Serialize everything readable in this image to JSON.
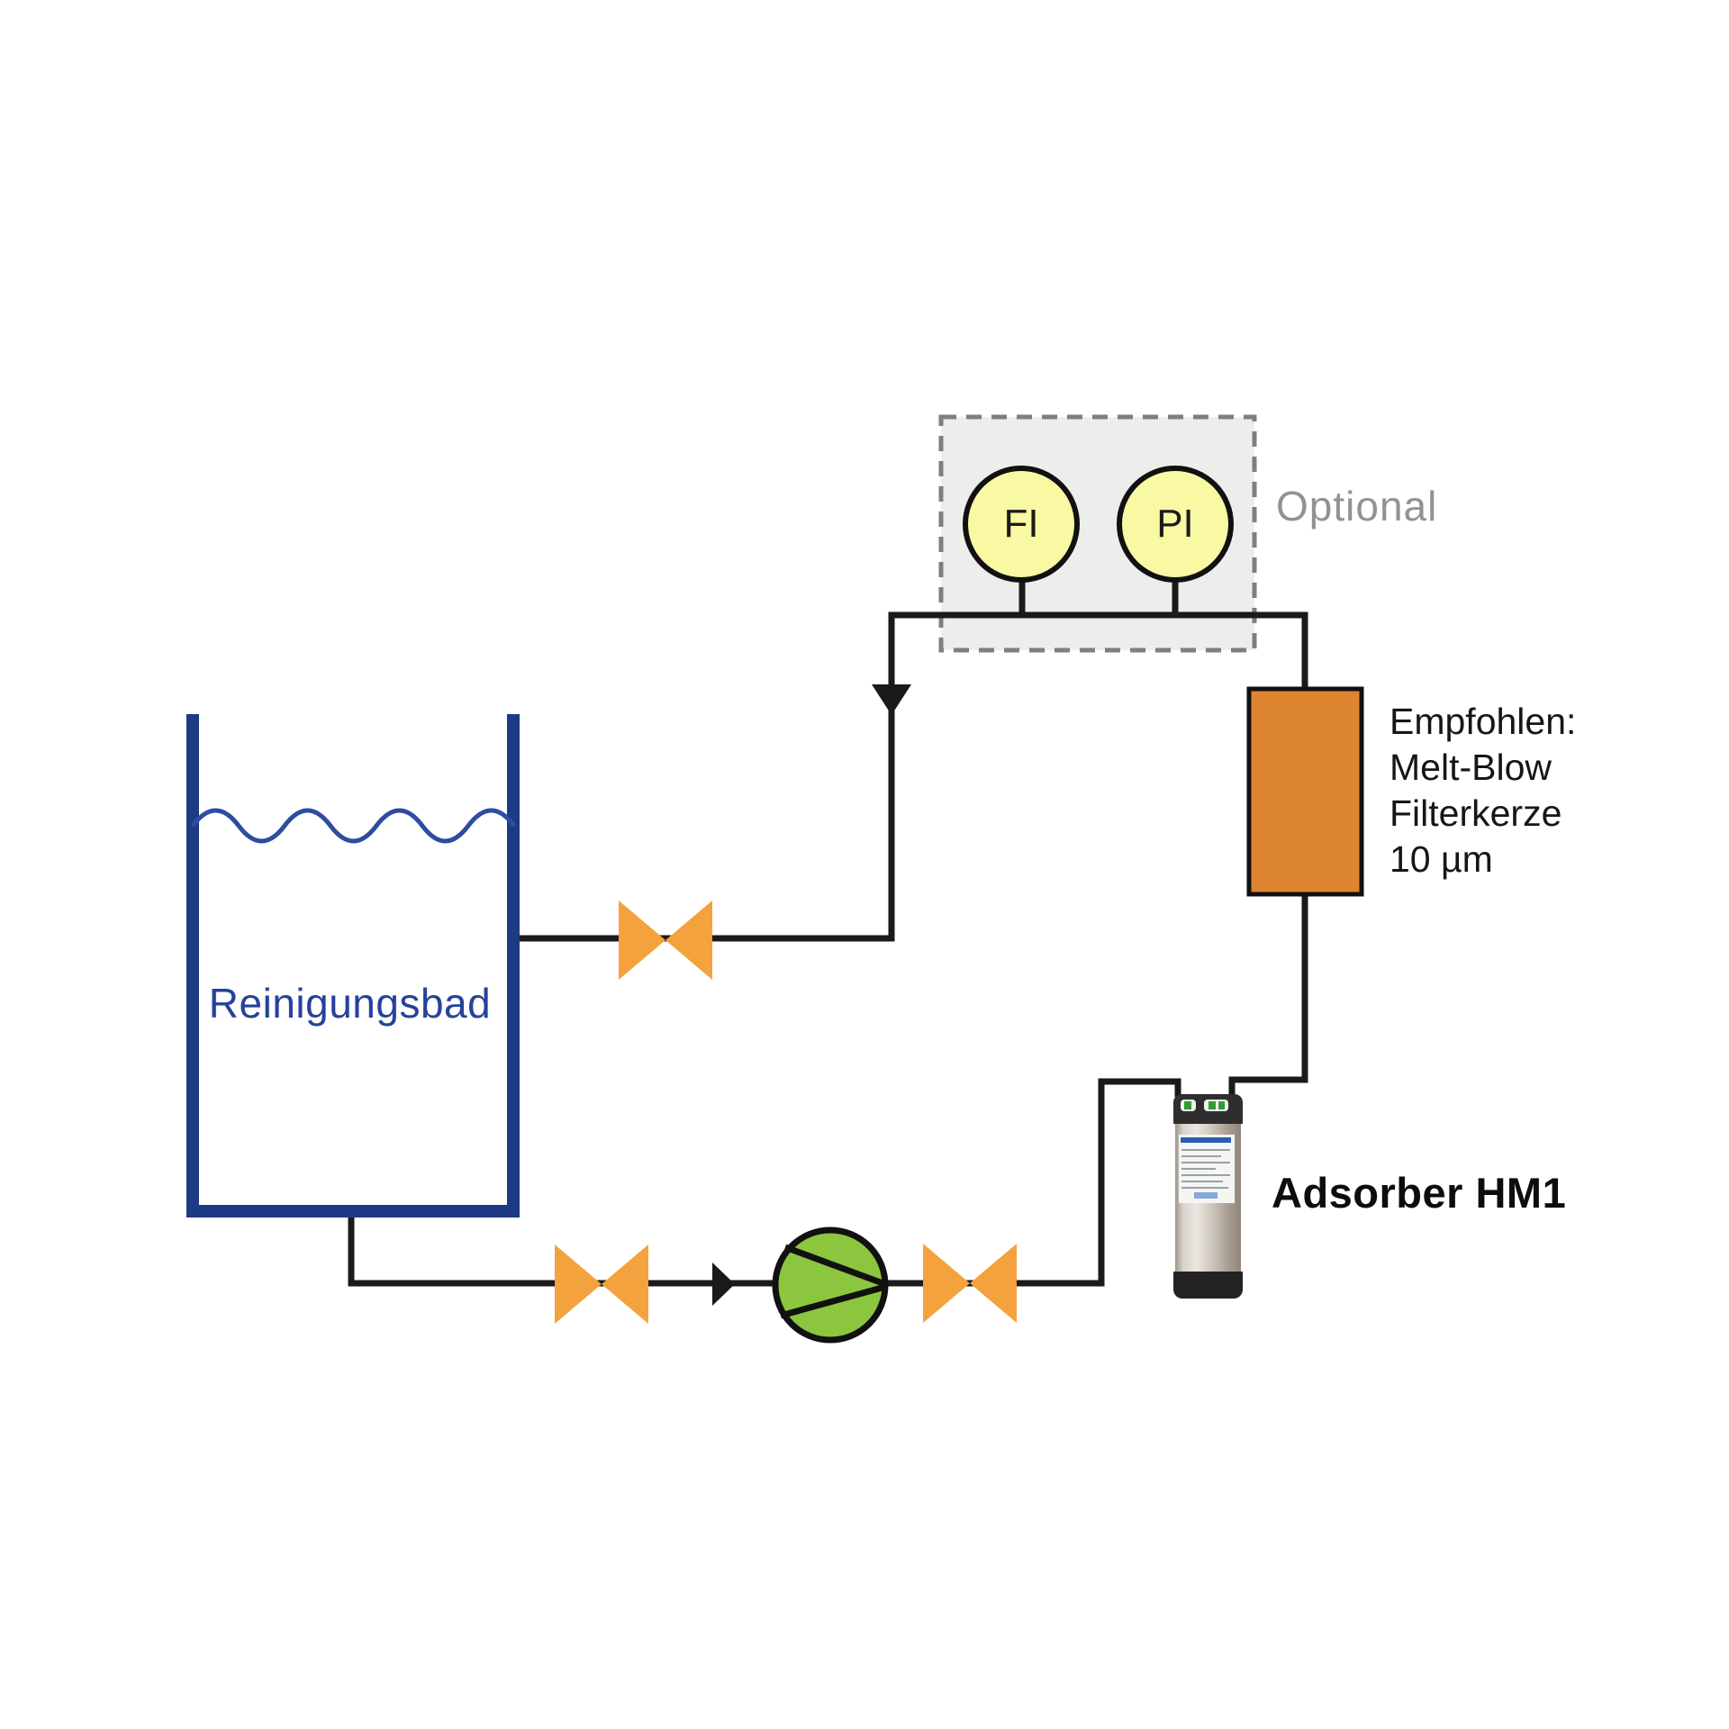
{
  "diagram": {
    "type": "process-flow-diagram",
    "tank": {
      "label": "Reinigungsbad"
    },
    "optional_group": {
      "label": "Optional",
      "instruments": [
        {
          "id": "flow-indicator",
          "label": "FI"
        },
        {
          "id": "pressure-indicator",
          "label": "PI"
        }
      ]
    },
    "filter": {
      "note_lines": [
        "Empfohlen:",
        "Melt-Blow",
        "Filterkerze",
        "10 µm"
      ]
    },
    "adsorber": {
      "label": "Adsorber HM1"
    },
    "icons": {
      "valve": "bowtie-shutoff-valve-icon",
      "pump": "circle-pump-icon",
      "filter": "inline-filter-cartridge-icon",
      "tank": "open-top-bath-tank-icon",
      "instrument": "circle-instrument-icon",
      "adsorber": "stainless-canister-image",
      "flow_arrows": [
        "flow-arrow-right-icon",
        "flow-arrow-down-icon"
      ]
    },
    "colors": {
      "pipe": "#1A1A1A",
      "tank_outline": "#1D3B84",
      "tank_wave": "#2C4DA0",
      "tank_text": "#26429A",
      "valve_orange": "#F4A23E",
      "filter_orange": "#DE8531",
      "pump_green": "#8CC63F",
      "instrument_yellow": "#FAF9A3",
      "optional_box_fill": "#EDEDEB",
      "optional_box_border": "#7F7F7F",
      "optional_text": "#929292"
    }
  }
}
